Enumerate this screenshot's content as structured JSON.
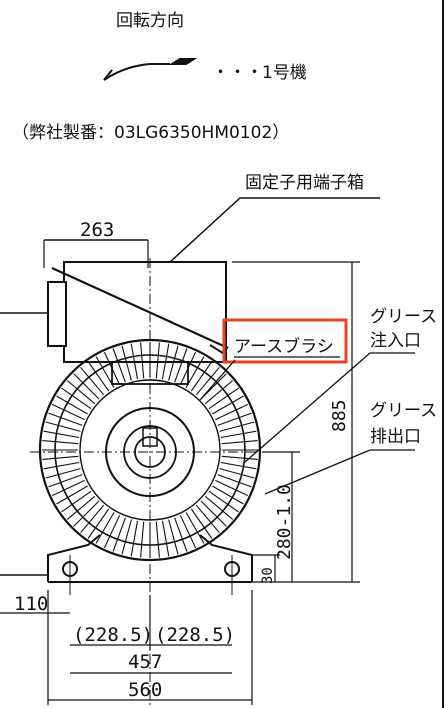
{
  "labels": {
    "rotation_title": "回転方向",
    "unit_number": "1号機",
    "part_number": "（弊社製番：03LG6350HM0102）",
    "terminal_box": "固定子用端子箱",
    "earth_brush": "アースブラシ",
    "grease_inlet_1": "グリース",
    "grease_inlet_2": "注入口",
    "grease_outlet_1": "グリース",
    "grease_outlet_2": "排出口"
  },
  "dimensions": {
    "d263": "263",
    "d885": "885",
    "d280": "280-1.0",
    "d30": "30",
    "d110": "110",
    "d228_left": "(228.5)",
    "d228_right": "(228.5)",
    "d457": "457",
    "d560": "560"
  },
  "colors": {
    "highlight": "#e8431f",
    "ink": "#111111"
  }
}
